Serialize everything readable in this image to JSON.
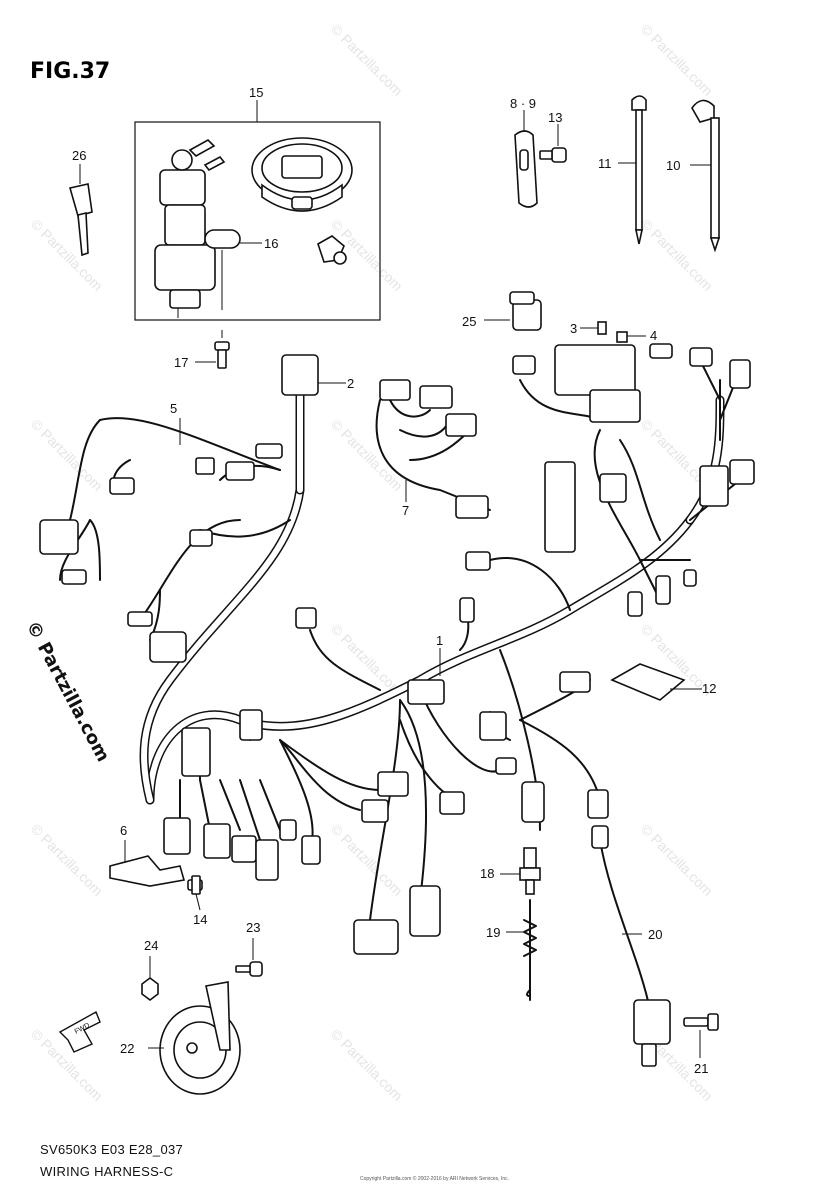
{
  "figure": {
    "title": "FIG.37",
    "code": "SV650K3 E03 E28_037",
    "name": "WIRING HARNESS-C"
  },
  "watermark": {
    "side_text": "© Partzilla.com",
    "tile_text": "© Partzilla.com",
    "copyright_small": "Copyright Partzilla.com © 2002-2016 by ARI Network Services, Inc."
  },
  "part_labels": [
    {
      "id": "1",
      "text": "1"
    },
    {
      "id": "2",
      "text": "2"
    },
    {
      "id": "3",
      "text": "3"
    },
    {
      "id": "4",
      "text": "4"
    },
    {
      "id": "5",
      "text": "5"
    },
    {
      "id": "6",
      "text": "6"
    },
    {
      "id": "7",
      "text": "7"
    },
    {
      "id": "8-9",
      "text": "8 · 9"
    },
    {
      "id": "10",
      "text": "10"
    },
    {
      "id": "11",
      "text": "11"
    },
    {
      "id": "12",
      "text": "12"
    },
    {
      "id": "13",
      "text": "13"
    },
    {
      "id": "14",
      "text": "14"
    },
    {
      "id": "15",
      "text": "15"
    },
    {
      "id": "16",
      "text": "16"
    },
    {
      "id": "17",
      "text": "17"
    },
    {
      "id": "18",
      "text": "18"
    },
    {
      "id": "19",
      "text": "19"
    },
    {
      "id": "20",
      "text": "20"
    },
    {
      "id": "21",
      "text": "21"
    },
    {
      "id": "22",
      "text": "22"
    },
    {
      "id": "23",
      "text": "23"
    },
    {
      "id": "24",
      "text": "24"
    },
    {
      "id": "25",
      "text": "25"
    },
    {
      "id": "26",
      "text": "26"
    }
  ],
  "front_arrow": {
    "text": "FWD"
  }
}
